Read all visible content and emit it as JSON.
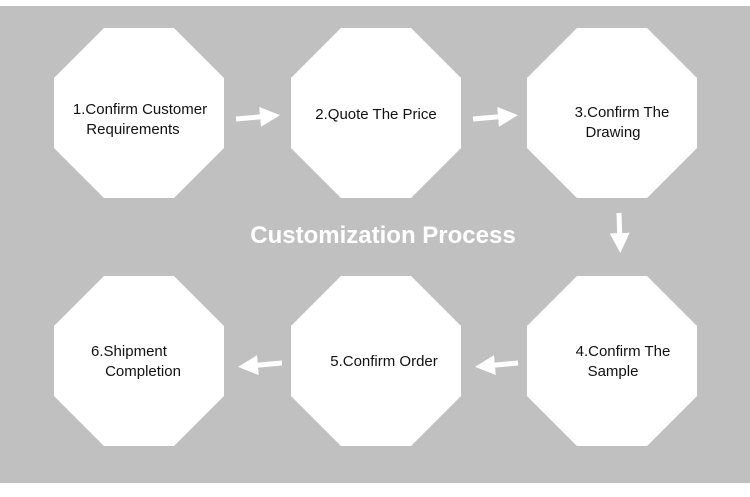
{
  "title": "Customization Process",
  "colors": {
    "background": "#c0c0c0",
    "shape_fill": "#ffffff",
    "text": "#111111",
    "title": "#ffffff",
    "arrow": "#ffffff"
  },
  "steps": [
    {
      "line1": "1.Confirm Customer",
      "line2": "Requirements"
    },
    {
      "line1": "2.Quote The Price",
      "line2": ""
    },
    {
      "line1": "3.Confirm The",
      "line2": "Drawing"
    },
    {
      "line1": "4.Confirm The",
      "line2": "Sample"
    },
    {
      "line1": "5.Confirm Order",
      "line2": ""
    },
    {
      "line1": "6.Shipment",
      "line2": "Completion"
    }
  ]
}
